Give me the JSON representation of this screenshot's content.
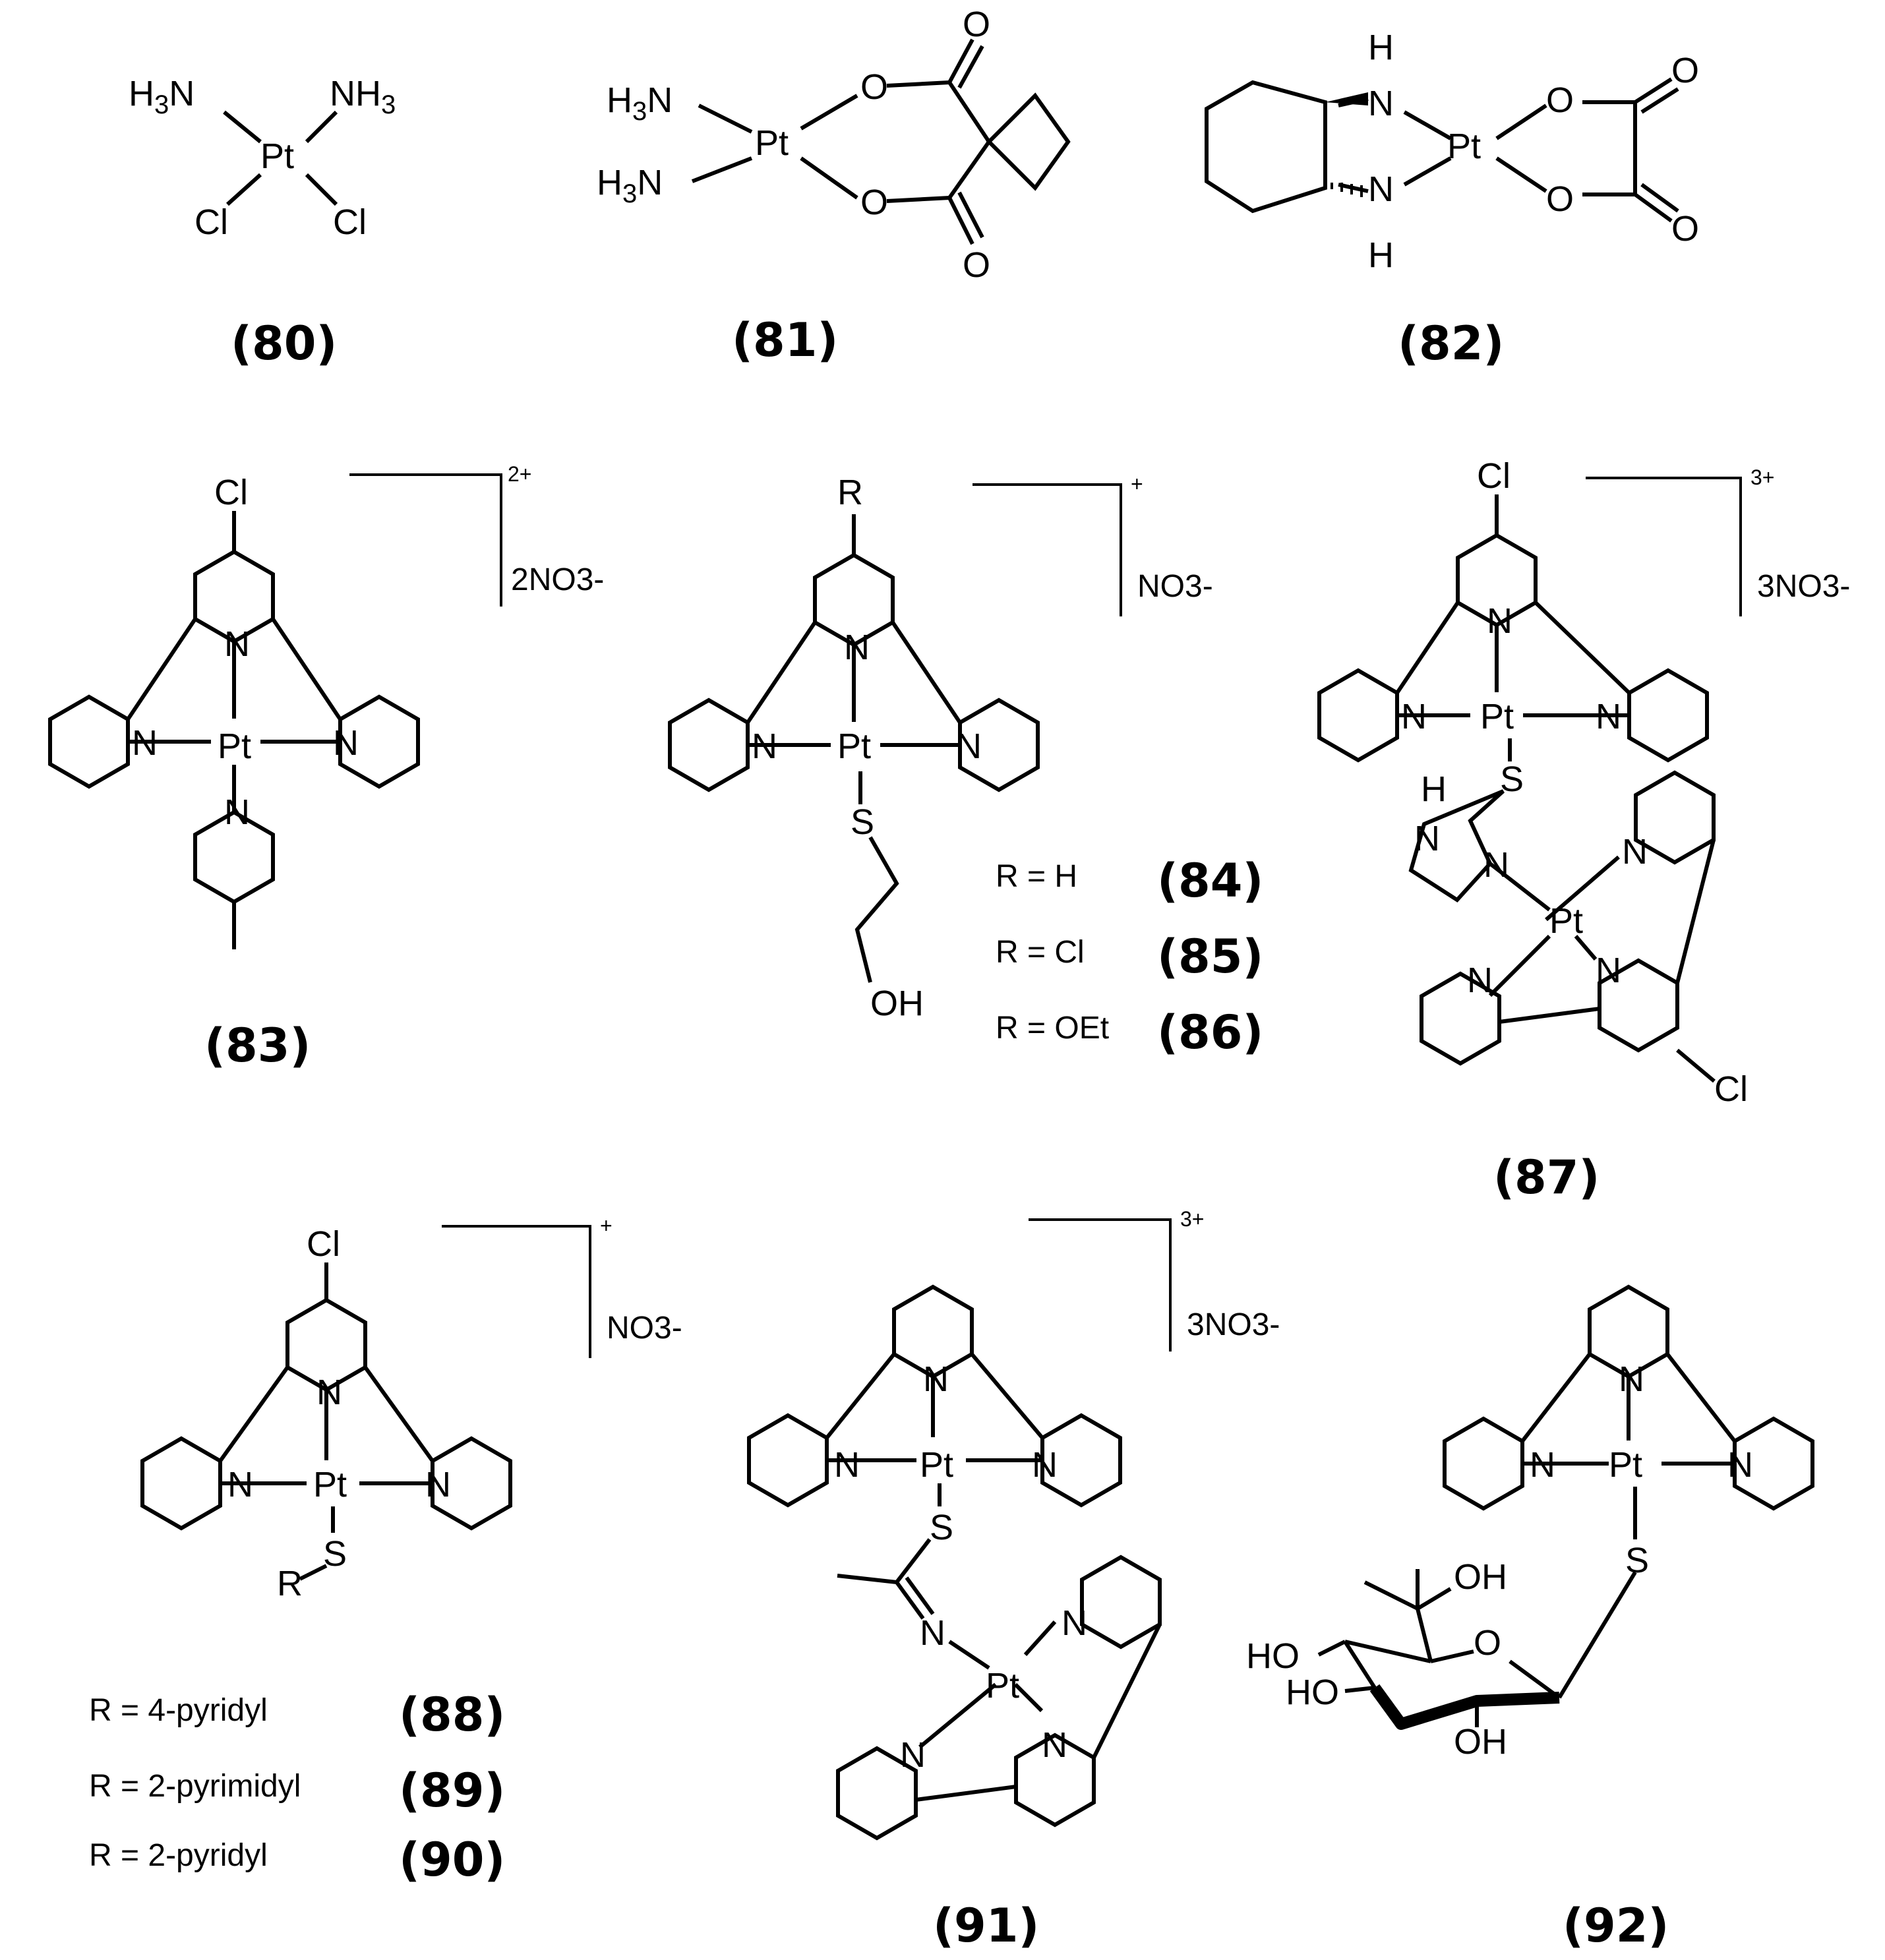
{
  "figure": {
    "compounds": {
      "c80": {
        "label": "(80)"
      },
      "c81": {
        "label": "(81)"
      },
      "c82": {
        "label": "(82)"
      },
      "c83": {
        "label": "(83)",
        "charge": "2+",
        "counterion": "2NO3-"
      },
      "c84": {
        "label": "(84)",
        "r_value": "R = H"
      },
      "c85": {
        "label": "(85)",
        "r_value": "R = Cl"
      },
      "c86": {
        "label": "(86)",
        "r_value": "R = OEt"
      },
      "c8486": {
        "charge": "+",
        "counterion": "NO3-"
      },
      "c87": {
        "label": "(87)",
        "charge": "3+",
        "counterion": "3NO3-"
      },
      "c88": {
        "label": "(88)",
        "r_value": "R = 4-pyridyl"
      },
      "c89": {
        "label": "(89)",
        "r_value": "R = 2-pyrimidyl"
      },
      "c90": {
        "label": "(90)",
        "r_value": "R = 2-pyridyl"
      },
      "c8890": {
        "charge": "+",
        "counterion": "NO3-"
      },
      "c91": {
        "label": "(91)",
        "charge": "3+",
        "counterion": "3NO3-"
      },
      "c92": {
        "label": "(92)"
      }
    },
    "atoms": {
      "pt": "Pt",
      "n": "N",
      "h": "H",
      "o": "O",
      "s": "S",
      "cl": "Cl",
      "r": "R",
      "oh": "OH",
      "ho": "HO",
      "h3n": "H3N",
      "nh3": "NH3"
    }
  }
}
